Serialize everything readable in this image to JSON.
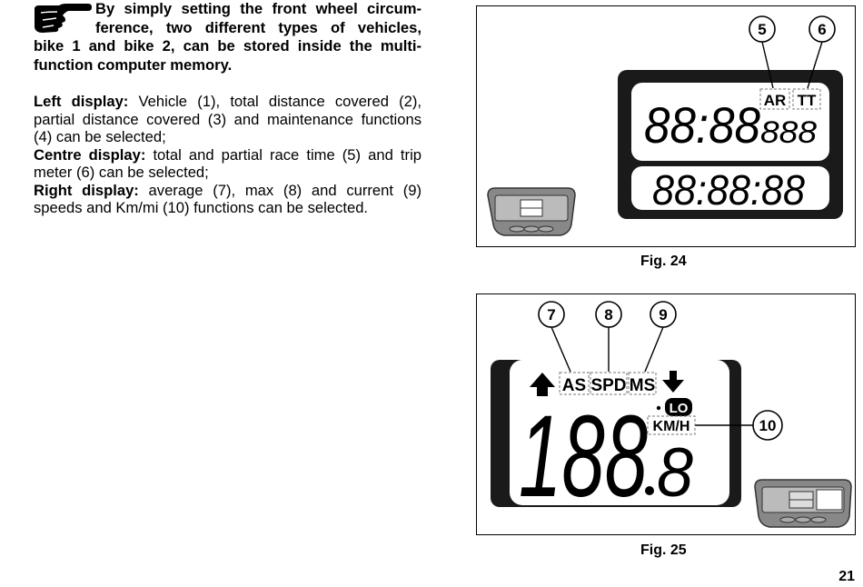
{
  "intro": {
    "line1": "By simply setting the front wheel circum-",
    "line2": "ference, two different types of vehicles,",
    "line3": "bike 1 and bike 2, can be stored inside the multi-",
    "line4": "function computer memory."
  },
  "displays": {
    "left_label": "Left display:",
    "left_text": " Vehicle (1), total distance covered (2), partial distance covered (3) and maintenance functions (4) can be selected;",
    "centre_label": "Centre display:",
    "centre_text": " total and partial race time (5) and trip meter (6) can be selected;",
    "right_label": "Right display:",
    "right_text": " average (7), max (8) and current (9) speeds and Km/mi (10) functions can be selected."
  },
  "fig24": {
    "caption": "Fig. 24",
    "callout_5": "5",
    "callout_6": "6",
    "ar": "AR",
    "tt": "TT",
    "top_digits": "88:88",
    "small_digits": "888",
    "bottom_digits": "88:88:88"
  },
  "fig25": {
    "caption": "Fig. 25",
    "callout_7": "7",
    "callout_8": "8",
    "callout_9": "9",
    "callout_10": "10",
    "as": "AS",
    "spd": "SPD",
    "ms": "MS",
    "lo": "LO",
    "kmh": "KM/H",
    "big_digits": "188",
    "decimal_digit": "8"
  },
  "page_number": "21"
}
